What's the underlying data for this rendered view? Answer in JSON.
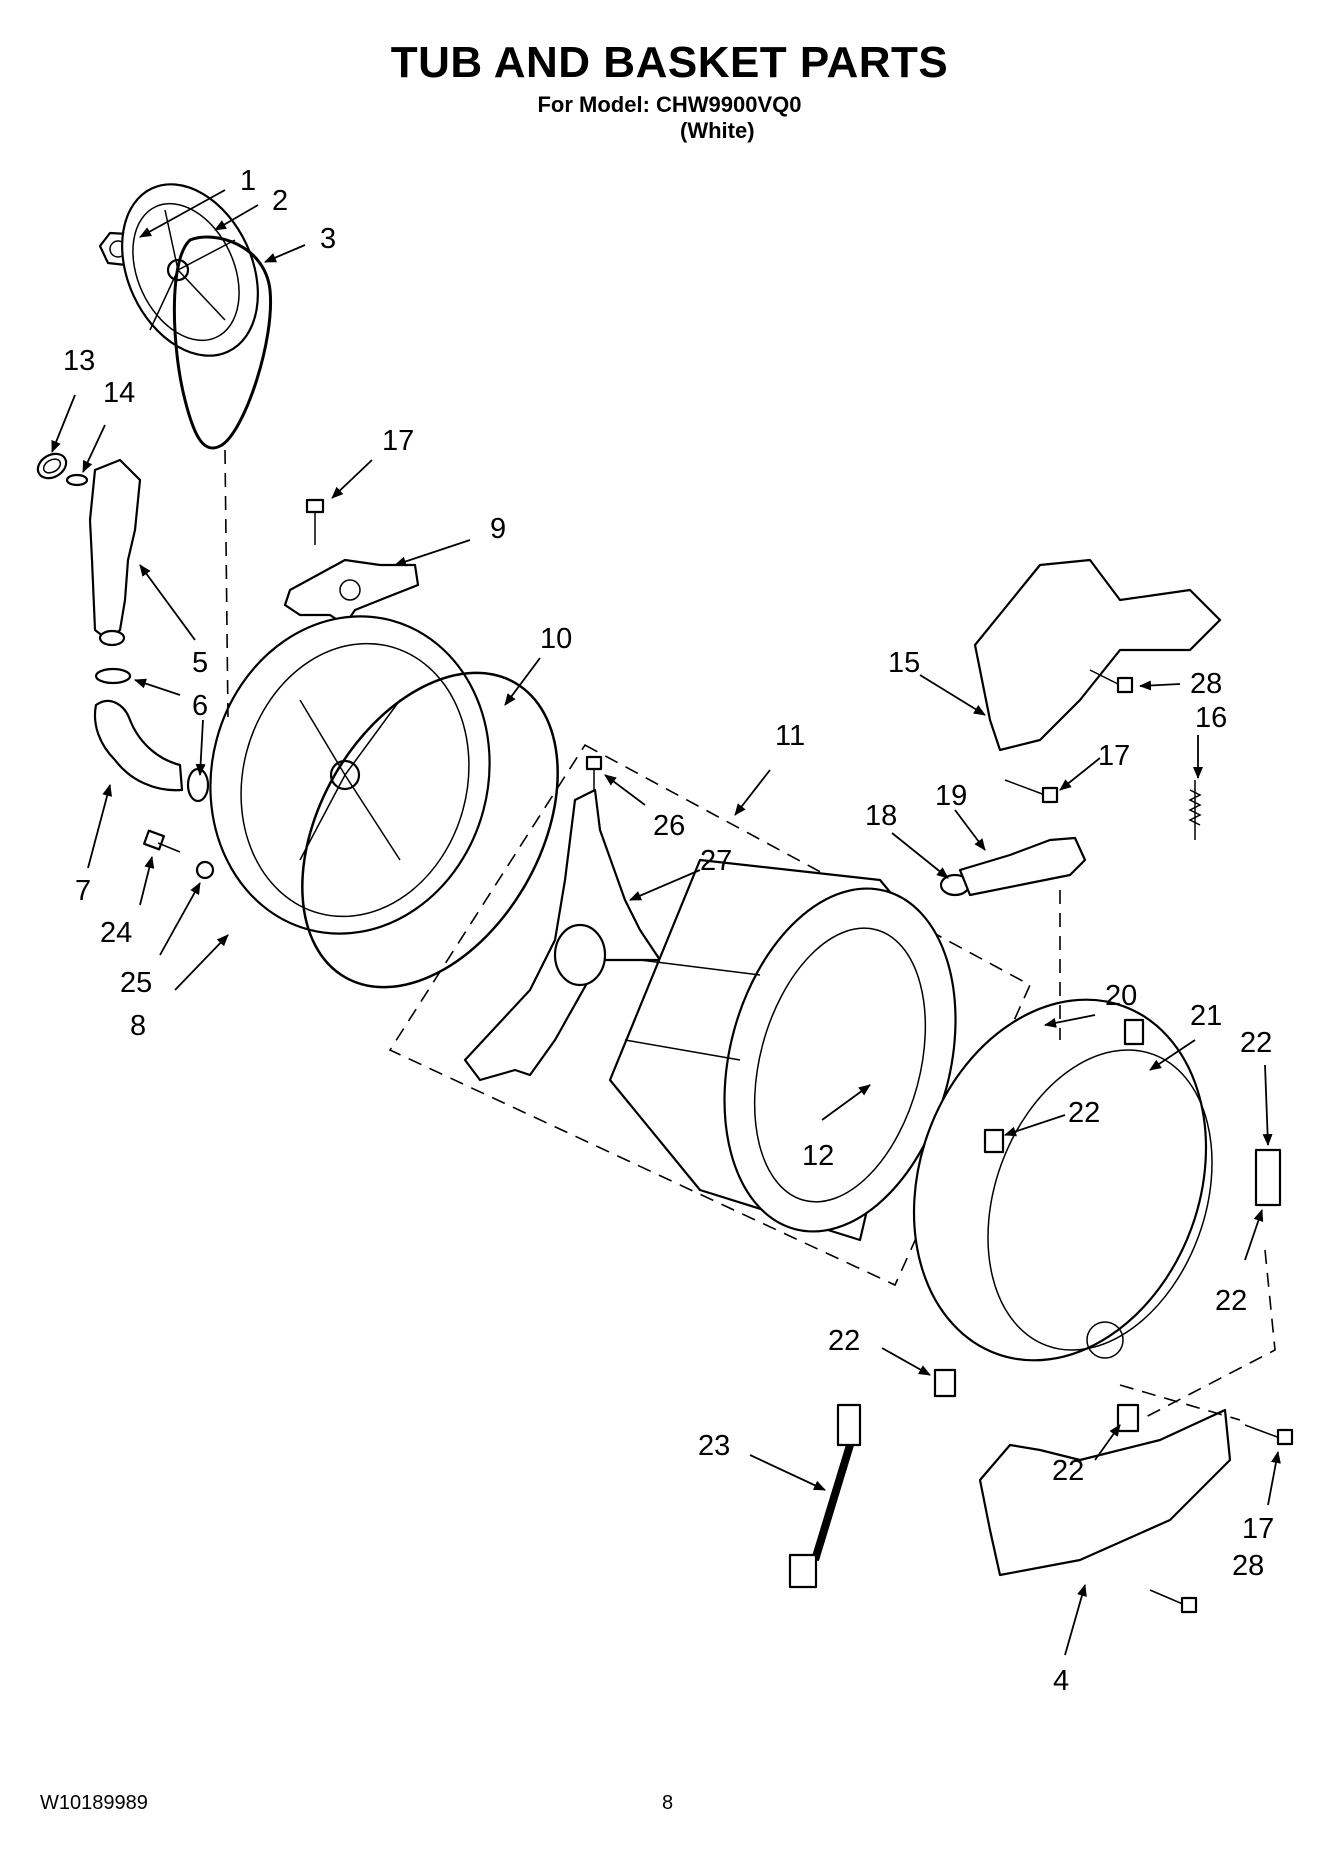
{
  "header": {
    "title": "TUB AND BASKET PARTS",
    "model_line": "For Model: CHW9900VQ0",
    "color": "(White)"
  },
  "footer": {
    "document_number": "W10189989",
    "page_number": "8"
  },
  "callouts": {
    "c1": "1",
    "c2": "2",
    "c3": "3",
    "c4": "4",
    "c5": "5",
    "c6": "6",
    "c7": "7",
    "c8": "8",
    "c9": "9",
    "c10": "10",
    "c11": "11",
    "c12": "12",
    "c13": "13",
    "c14": "14",
    "c15": "15",
    "c16": "16",
    "c17a": "17",
    "c17b": "17",
    "c17c": "17",
    "c18": "18",
    "c19": "19",
    "c20": "20",
    "c21": "21",
    "c22a": "22",
    "c22b": "22",
    "c22c": "22",
    "c22d": "22",
    "c22e": "22",
    "c23": "23",
    "c24": "24",
    "c25": "25",
    "c26": "26",
    "c27": "27",
    "c28a": "28",
    "c28b": "28"
  }
}
